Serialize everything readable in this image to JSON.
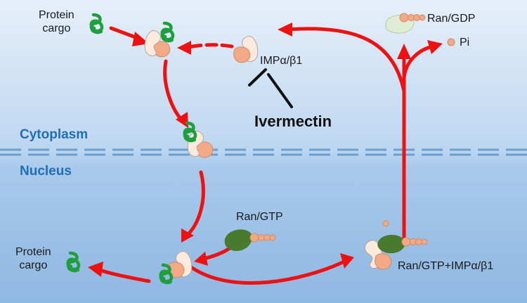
{
  "labels": {
    "protein_cargo_top": "Protein\ncargo",
    "protein_cargo_bottom": "Protein\ncargo",
    "importin": "IMPα/β1",
    "ivermectin": "Ivermectin",
    "cytoplasm": "Cytoplasm",
    "nucleus": "Nucleus",
    "ran_gdp": "Ran/GDP",
    "pi": "Pi",
    "ran_gtp": "Ran/GTP",
    "ran_gtp_complex": "Ran/GTP+IMPα/β1"
  },
  "colors": {
    "arrow": "#ee1111",
    "inhibitor": "#111111",
    "region_label": "#1f6fb5",
    "membrane": "#6f9fcd",
    "cargo": "#1e9e3c",
    "importin_alpha": "#f3a886",
    "importin_beta": "#fbeadd",
    "ran_gtp": "#4a7a2e",
    "ran_gdp": "#e0ecd4"
  },
  "icons": [
    "protein-cargo-coil-icon",
    "importin-alpha-shape",
    "importin-beta-shape",
    "ran-gtp-blob",
    "ran-gdp-blob",
    "phosphate-bead",
    "inhibition-bar-icon"
  ]
}
